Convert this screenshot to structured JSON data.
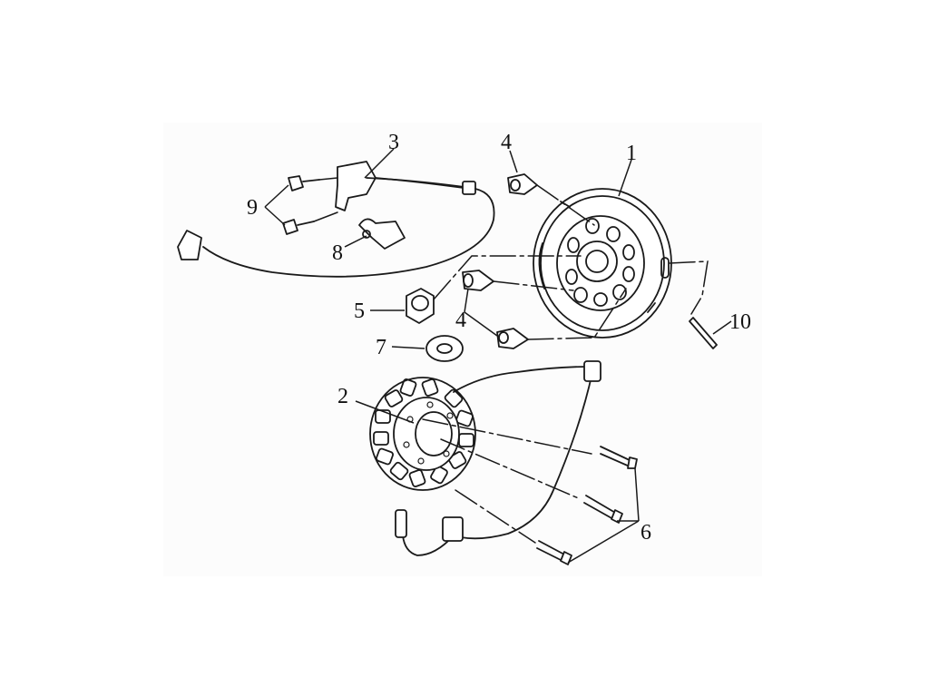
{
  "callouts": {
    "c1": "1",
    "c2": "2",
    "c3": "3",
    "c4a": "4",
    "c4b": "4",
    "c5": "5",
    "c6": "6",
    "c7": "7",
    "c8": "8",
    "c9": "9",
    "c10": "10"
  },
  "colors": {
    "line": "#1a1a1a",
    "background": "#ffffff"
  }
}
